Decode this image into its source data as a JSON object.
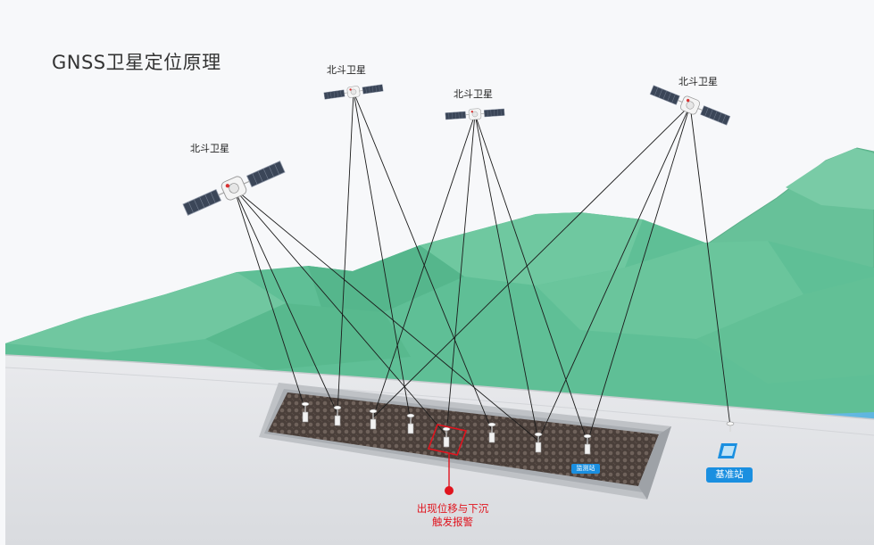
{
  "title": "GNSS卫星定位原理",
  "satellites": [
    {
      "label": "北斗卫星"
    },
    {
      "label": "北斗卫星"
    },
    {
      "label": "北斗卫星"
    },
    {
      "label": "北斗卫星"
    }
  ],
  "monitor_label": "监测站",
  "base_station_label": "基准站",
  "alert": {
    "line1": "出现位移与下沉",
    "line2": "触发报警"
  },
  "colors": {
    "mountain": "#5fbf96",
    "alert": "#e0141e",
    "tag": "#1a8fe0",
    "water": "#6ec3e8"
  }
}
